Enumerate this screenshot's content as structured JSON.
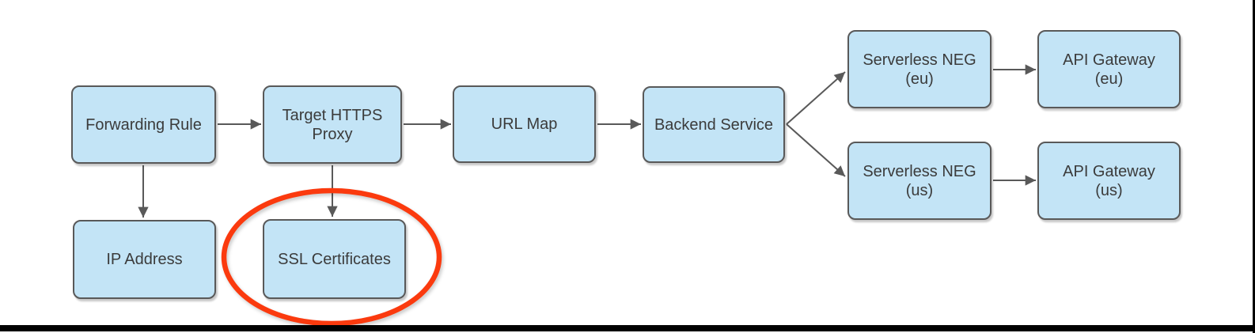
{
  "colors": {
    "node_fill": "#C3E4F6",
    "node_border": "#595959",
    "node_text": "#3B3B3B",
    "connector": "#595959",
    "highlight_ellipse": "#FB3A0E",
    "frame_bar": "#000000"
  },
  "diagram": {
    "type": "flowchart",
    "nodes": [
      {
        "id": "forwarding-rule",
        "label": "Forwarding Rule"
      },
      {
        "id": "target-https-proxy",
        "label": "Target HTTPS\nProxy"
      },
      {
        "id": "url-map",
        "label": "URL Map"
      },
      {
        "id": "backend-service",
        "label": "Backend Service"
      },
      {
        "id": "serverless-neg-eu",
        "label": "Serverless NEG\n(eu)"
      },
      {
        "id": "api-gateway-eu",
        "label": "API Gateway\n(eu)"
      },
      {
        "id": "serverless-neg-us",
        "label": "Serverless NEG\n(us)"
      },
      {
        "id": "api-gateway-us",
        "label": "API Gateway\n(us)"
      },
      {
        "id": "ip-address",
        "label": "IP Address"
      },
      {
        "id": "ssl-certificates",
        "label": "SSL Certificates"
      }
    ],
    "edges": [
      {
        "from": "forwarding-rule",
        "to": "target-https-proxy"
      },
      {
        "from": "target-https-proxy",
        "to": "url-map"
      },
      {
        "from": "url-map",
        "to": "backend-service"
      },
      {
        "from": "backend-service",
        "to": "serverless-neg-eu"
      },
      {
        "from": "backend-service",
        "to": "serverless-neg-us"
      },
      {
        "from": "serverless-neg-eu",
        "to": "api-gateway-eu"
      },
      {
        "from": "serverless-neg-us",
        "to": "api-gateway-us"
      },
      {
        "from": "forwarding-rule",
        "to": "ip-address"
      },
      {
        "from": "target-https-proxy",
        "to": "ssl-certificates"
      }
    ],
    "annotation": {
      "shape": "ellipse",
      "highlights": "ssl-certificates",
      "color": "#FB3A0E"
    }
  }
}
